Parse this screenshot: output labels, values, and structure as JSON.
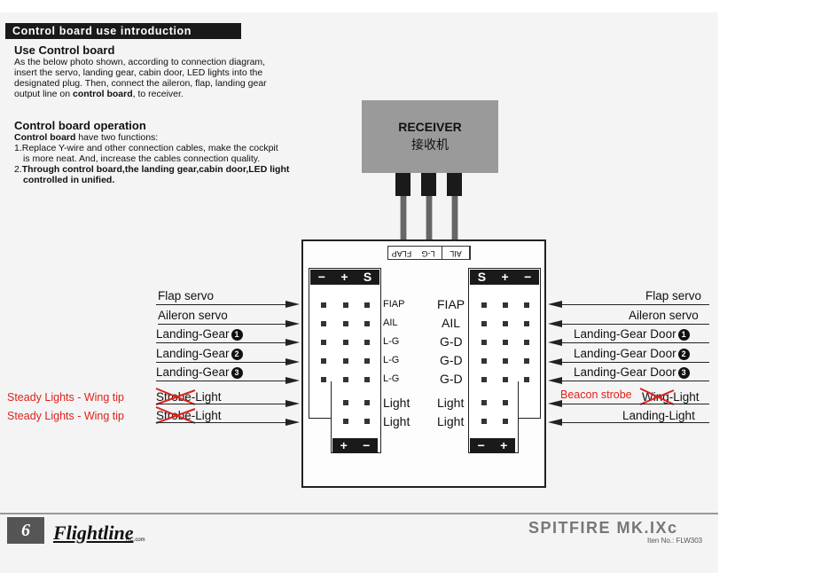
{
  "header": {
    "title": "Control board use introduction"
  },
  "use_section": {
    "heading": "Use Control board",
    "lines": [
      "As the below photo shown, according to connection diagram,",
      "insert the servo, landing gear, cabin door, LED lights into the",
      "designated plug. Then, connect the aileron, flap, landing gear",
      "output line on"
    ],
    "bold_end": "control board",
    "tail": ", to receiver."
  },
  "operation_section": {
    "heading": "Control board operation",
    "intro_bold": "Control board",
    "intro_rest": " have two functions:",
    "item1_a": "1.Replace Y-wire and other connection cables, make the cockpit",
    "item1_b": "is more neat. And, increase the cables connection quality.",
    "item2_prefix": "2.",
    "item2_a": "Through control board,the landing gear,cabin door,LED light",
    "item2_b": "controlled in unified."
  },
  "receiver": {
    "label": "RECEIVER",
    "label_cn": "接收机"
  },
  "plug_labels": [
    "FLAP",
    "L-G",
    "AIL"
  ],
  "left_block": {
    "top_bar": [
      "−",
      "+",
      "S"
    ],
    "bottom_bar": [
      "+",
      "−"
    ],
    "port_labels": [
      "FIAP",
      "AIL",
      "L-G",
      "L-G",
      "L-G",
      "Light",
      "Light"
    ]
  },
  "right_block": {
    "top_bar": [
      "S",
      "+",
      "−"
    ],
    "bottom_bar": [
      "−",
      "+"
    ],
    "port_labels": [
      "FIAP",
      "AIL",
      "G-D",
      "G-D",
      "G-D",
      "Light",
      "Light"
    ]
  },
  "left_connections": [
    {
      "text": "Flap servo"
    },
    {
      "text": "Aileron servo"
    },
    {
      "text": "Landing-Gear",
      "badge": "1"
    },
    {
      "text": "Landing-Gear",
      "badge": "2"
    },
    {
      "text": "Landing-Gear",
      "badge": "3"
    },
    {
      "struck": "Strobe",
      "text": "-Light",
      "note": "Steady Lights - Wing tip"
    },
    {
      "struck": "Strobe",
      "text": "-Light",
      "note": "Steady Lights - Wing tip"
    }
  ],
  "right_connections": [
    {
      "text": "Flap servo"
    },
    {
      "text": "Aileron servo"
    },
    {
      "text": "Landing-Gear Door",
      "badge": "1"
    },
    {
      "text": "Landing-Gear Door",
      "badge": "2"
    },
    {
      "text": "Landing-Gear Door",
      "badge": "3"
    },
    {
      "struck": "Wing",
      "text": "-Light",
      "note": "Beacon strobe"
    },
    {
      "text": "Landing-Light"
    }
  ],
  "footer": {
    "page_number": "6",
    "logo": "Flightline",
    "logo_sub": "RC.com",
    "model": "SPITFIRE MK.IXc",
    "item_no": "Iten No.: FLW303"
  },
  "colors": {
    "annotation": "#e0211b",
    "bar": "#1a1a1a",
    "receiver": "#9a9a9a"
  }
}
